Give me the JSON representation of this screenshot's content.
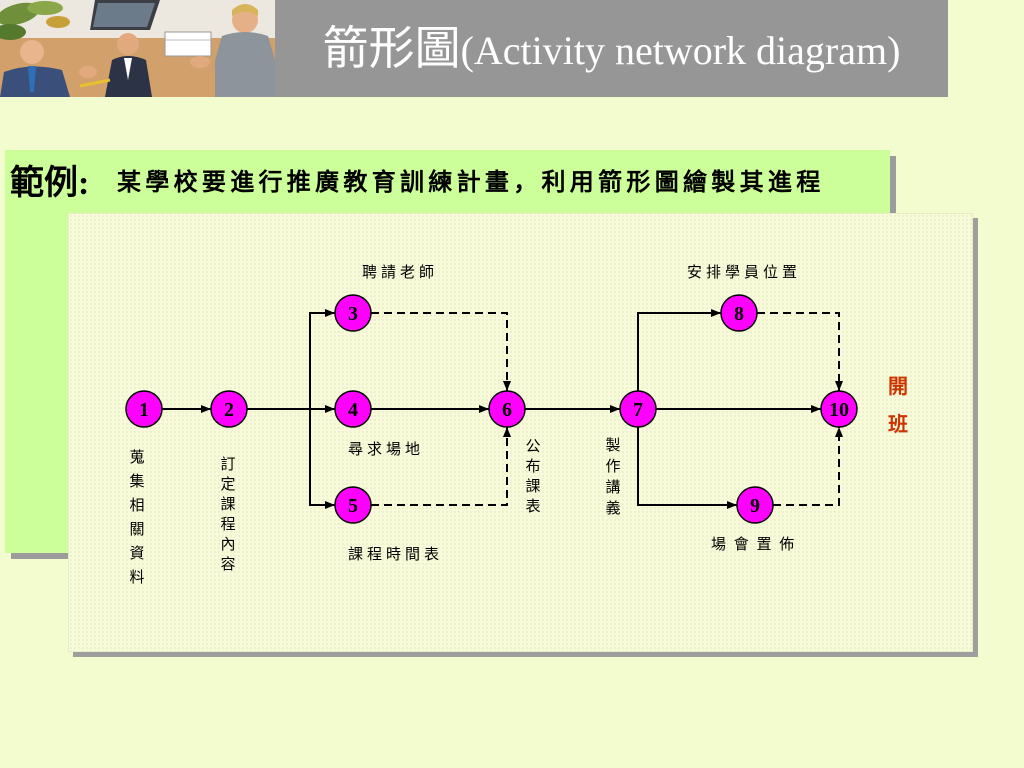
{
  "header": {
    "title_cjk": "箭形圖",
    "title_en": "(Activity network diagram)",
    "clipart_icon": "business-meeting-clipart"
  },
  "example": {
    "label": "範例:",
    "text": "某學校要進行推廣教育訓練計畫，利用箭形圖繪製其進程"
  },
  "diagram": {
    "nodes": [
      "1",
      "2",
      "3",
      "4",
      "5",
      "6",
      "7",
      "8",
      "9",
      "10"
    ],
    "edges": [
      {
        "from": "1",
        "to": "2",
        "dashed": false
      },
      {
        "from": "2",
        "to": "3",
        "dashed": false
      },
      {
        "from": "2",
        "to": "4",
        "dashed": false
      },
      {
        "from": "2",
        "to": "5",
        "dashed": false
      },
      {
        "from": "3",
        "to": "6",
        "dashed": true
      },
      {
        "from": "4",
        "to": "6",
        "dashed": false
      },
      {
        "from": "5",
        "to": "6",
        "dashed": true
      },
      {
        "from": "6",
        "to": "7",
        "dashed": false
      },
      {
        "from": "7",
        "to": "8",
        "dashed": false
      },
      {
        "from": "7",
        "to": "9",
        "dashed": false
      },
      {
        "from": "7",
        "to": "10",
        "dashed": false
      },
      {
        "from": "8",
        "to": "10",
        "dashed": true
      },
      {
        "from": "9",
        "to": "10",
        "dashed": true
      }
    ],
    "activity_labels": {
      "hire_teacher": "聘請老師",
      "arrange_seats": "安排學員位置",
      "find_venue": "尋求場地",
      "course_schedule": "課程時間表",
      "venue_setup": "場 會 置 佈",
      "collect_info": "蒐集相關資料",
      "set_course": "訂定課程內容",
      "publish_schedule": "公布課表",
      "make_handouts": "製作講義"
    },
    "end_label": "開班"
  },
  "colors": {
    "page_bg": "#f3fccf",
    "title_band": "#969696",
    "title_text": "#ffffff",
    "example_box": "#ccff99",
    "diagram_panel": "#f8fbd9",
    "node_fill": "#ff00ff",
    "end_label": "#cc3300"
  }
}
